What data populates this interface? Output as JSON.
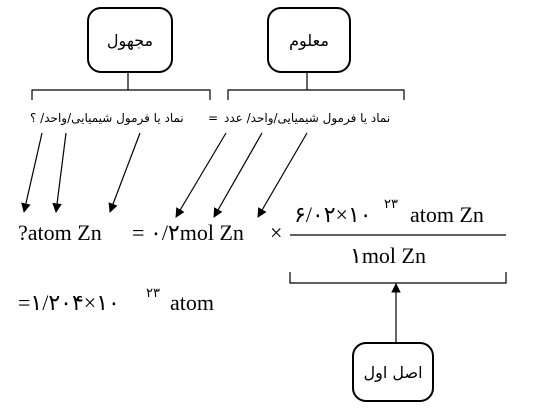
{
  "boxes": {
    "unknown": "مجهول",
    "known": "معلوم",
    "first_principle": "اصل اول"
  },
  "descriptions": {
    "unknown_desc": "نماد یا فرمول شیمیایی/واحد/ ؟",
    "equals_sign": "=",
    "known_desc": "نماد یا فرمول شیمیایی/واحد/ عدد"
  },
  "equation": {
    "lhs": "?atom Zn",
    "equals": "=",
    "quantity": "۰/۲mol Zn",
    "times": "×",
    "numerator_base": "۶/۰۲×۱۰",
    "numerator_exp": "۲۳",
    "numerator_unit": "atom Zn",
    "denominator": "۱mol Zn"
  },
  "result": {
    "prefix": "=۱/۲۰۴×۱۰",
    "exp": "۲۳",
    "unit": "atom"
  }
}
